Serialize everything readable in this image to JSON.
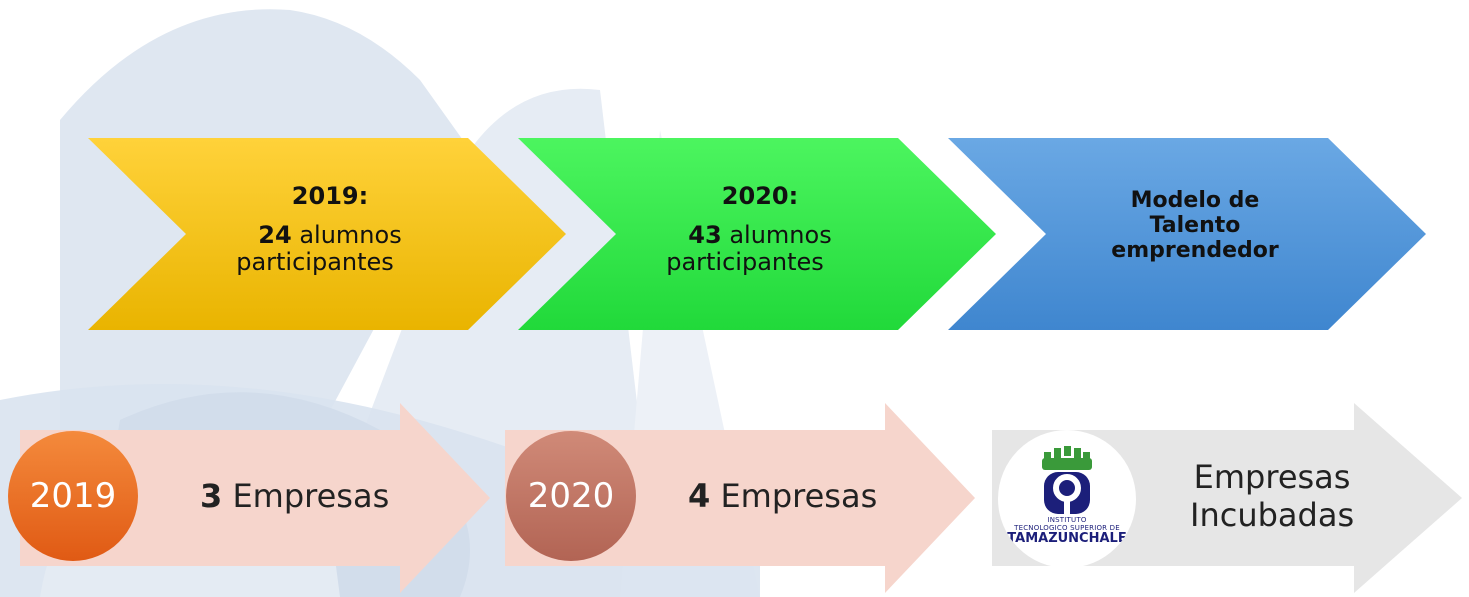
{
  "chevrons": [
    {
      "year": "2019:",
      "count": "24",
      "unit": "alumnos",
      "unit2": "participantes"
    },
    {
      "year": "2020:",
      "count": "43",
      "unit": "alumnos",
      "unit2": "participantes"
    },
    {
      "line1": "Modelo de",
      "line2": "Talento",
      "line3": "emprendedor"
    }
  ],
  "arrows": [
    {
      "year": "2019",
      "count": "3",
      "label": "Empresas"
    },
    {
      "year": "2020",
      "count": "4",
      "label": "Empresas"
    },
    {
      "line1": "Empresas",
      "line2": "Incubadas"
    }
  ],
  "logo": {
    "inst_line1": "INSTITUTO",
    "inst_line2": "TECNOLOGICO SUPERIOR DE",
    "name": "TAMAZUNCHALE"
  },
  "colors": {
    "chevron1": "#fbc51e",
    "chevron2": "#33e84a",
    "chevron3": "#4e95d9",
    "circle1": "#f06a23",
    "circle2": "#c0715f",
    "arrow_light": "#f6d5cc",
    "arrow_gray": "#e6e6e6",
    "logo_blue": "#1c1f7a",
    "logo_green": "#3a9a3a"
  }
}
